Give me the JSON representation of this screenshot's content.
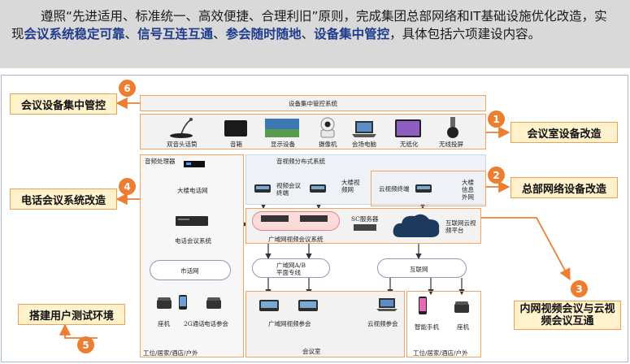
{
  "intro": {
    "part1": "遵照“先进适用、标准统一、高效便捷、合理利旧”原则，完成集团总部网络和IT基础设施优化改造，实现",
    "hl1": "会议系统稳定可靠",
    "sep1": "、",
    "hl2": "信号互连互通",
    "sep2": "、",
    "hl3": "参会随时随地",
    "sep3": "、",
    "hl4": "设备集中管控",
    "part2": "，具体包括六项建设内容。"
  },
  "callouts": {
    "c1": {
      "num": "1",
      "label": "会议室设备改造"
    },
    "c2": {
      "num": "2",
      "label": "总部网络设备改造"
    },
    "c3": {
      "num": "3",
      "label": "内网视频会议与云视频会议互通"
    },
    "c4": {
      "num": "4",
      "label": "电话会议系统改造"
    },
    "c5": {
      "num": "5",
      "label": "搭建用户测试环境"
    },
    "c6": {
      "num": "6",
      "label": "会议设备集中管控"
    }
  },
  "labels": {
    "control_system": "设备集中管控系统",
    "dev_mic": "双音头话筒",
    "dev_speaker": "音箱",
    "dev_display": "显示设备",
    "dev_camera": "摄像机",
    "dev_pc": "会场电脑",
    "dev_paperless": "无纸化",
    "dev_wireless": "无线投屏",
    "audio_processor": "音频处理器",
    "building_phone_net": "大楼电话网",
    "phone_conf_system": "电话会议系统",
    "city_phone_net": "市话网",
    "seat_phone": "座机",
    "phone_2g": "2G通话",
    "phone_attend": "电话参会",
    "office_home_left": "工位/居家/酒店/户外",
    "video_dist_system": "音视频分布式系统",
    "video_terminal": "视频会议终端",
    "building_video_net": "大楼视频网",
    "cloud_terminal": "云视频终端",
    "building_info_net": "大楼信息外网",
    "wan_video_system": "广域网视频会议系统",
    "sc_server": "SC服务器",
    "internet_cloud_platform": "互联网云视频平台",
    "wan_dedicated": "广域网A/B平面专线",
    "internet": "互联网",
    "wan_attend": "广域网视频参会",
    "cloud_attend": "云视频参会",
    "meeting_room": "会议室",
    "smartphone": "智能手机",
    "seat_right": "座机",
    "office_home_right": "工位/居家/酒店/户外"
  }
}
